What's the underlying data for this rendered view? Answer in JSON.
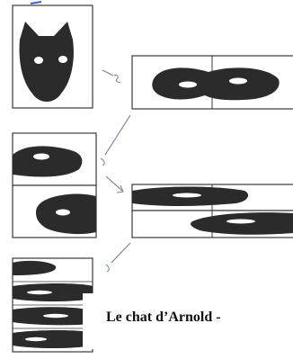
{
  "figure": {
    "caption": "Le chat d’Arnold -",
    "colors": {
      "ink": "#2b2b2b",
      "frame": "#3a3a3a",
      "pencil": "#6e7f99",
      "paper": "#ffffff"
    },
    "steps": [
      {
        "name": "cat-face",
        "description": "mask"
      },
      {
        "name": "stretched-face"
      },
      {
        "name": "cut-halves"
      },
      {
        "name": "restretched-halves"
      },
      {
        "name": "stacked-strips"
      }
    ]
  }
}
